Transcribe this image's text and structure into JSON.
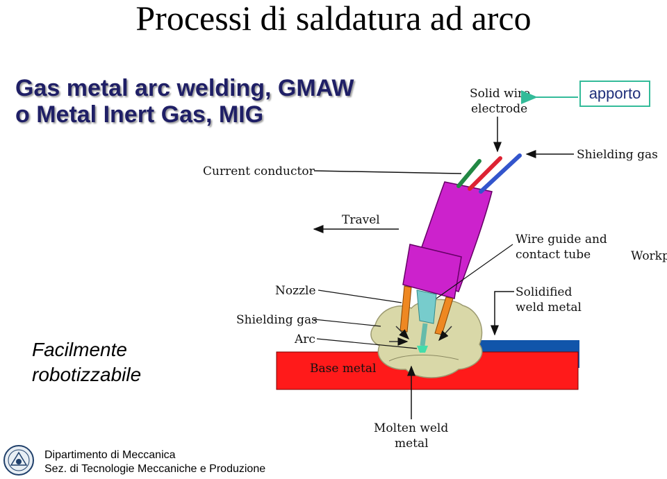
{
  "title": "Processi di saldatura ad arco",
  "subtitle": {
    "line1": "Gas metal arc welding, GMAW",
    "line2": "o Metal Inert Gas, MIG"
  },
  "apporto": "apporto",
  "note": {
    "line1": "Facilmente",
    "line2": "robotizzabile"
  },
  "diagram": {
    "labels": {
      "solid_wire_1": "Solid wire",
      "solid_wire_2": "electrode",
      "shielding_gas_top": "Shielding gas",
      "current_conductor": "Current conductor",
      "travel": "Travel",
      "wire_guide_1": "Wire guide and",
      "wire_guide_2": "contact tube",
      "workpiece": "Workp",
      "nozzle": "Nozzle",
      "solidified_1": "Solidified",
      "solidified_2": "weld metal",
      "shielding_gas_left": "Shielding gas",
      "arc": "Arc",
      "base_metal": "Base metal",
      "molten_1": "Molten weld",
      "molten_2": "metal"
    },
    "colors": {
      "torch": "#cc22cc",
      "nozzle": "#ee8822",
      "base_metal": "#ff1a1a",
      "workpiece": "#1155aa",
      "weld_pool": "#d9d8a8",
      "arrow_teal": "#33bb99"
    }
  },
  "footer": {
    "line1": "Dipartimento di Meccanica",
    "line2": "Sez. di Tecnologie Meccaniche e Produzione"
  },
  "logo_icon": "university-seal-icon"
}
